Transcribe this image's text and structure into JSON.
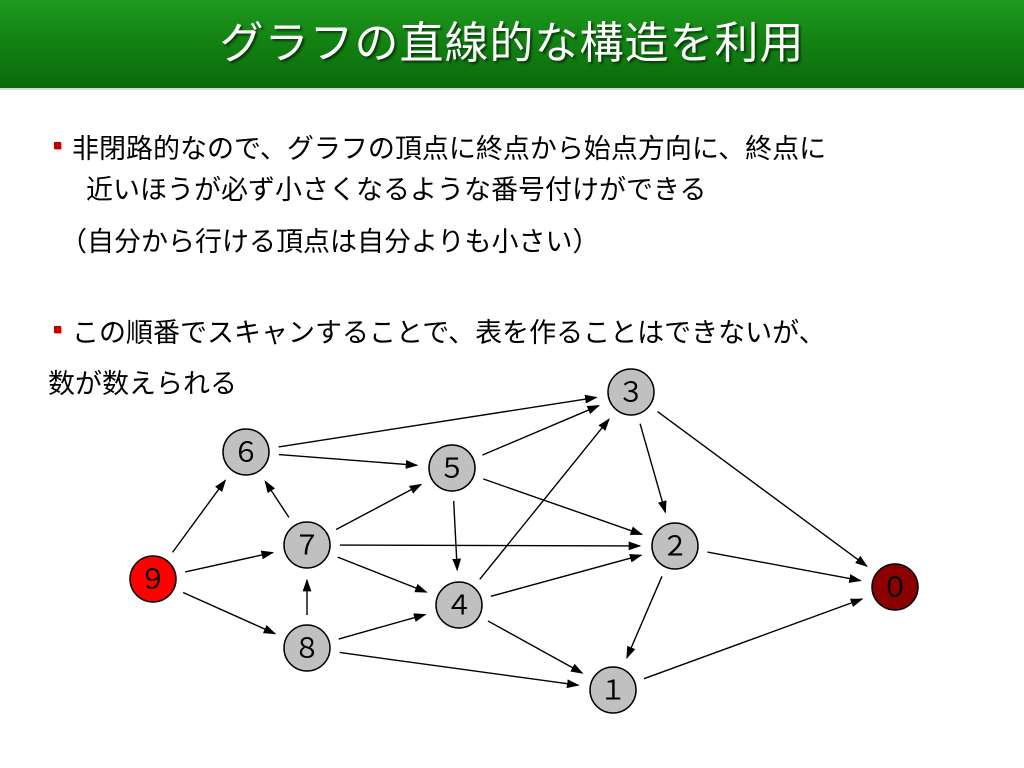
{
  "title": "グラフの直線的な構造を利用",
  "bullets": [
    {
      "line1": "非閉路的なので、グラフの頂点に終点から始点方向に、終点に",
      "line2": "近いほうが必ず小さくなるような番号付けができる",
      "line3": "（自分から行ける頂点は自分よりも小さい）"
    },
    {
      "line1": "この順番でスキャンすることで、表を作ることはできないが、",
      "line2": "数が数えられる"
    }
  ],
  "colors": {
    "title_bar": "#138313",
    "bullet_marker": "#c00000",
    "node_default": "#c0c0c0",
    "node_source": "#ff0000",
    "node_sink": "#8b0000"
  },
  "graph": {
    "nodes": [
      {
        "id": "n0",
        "label": "０",
        "role": "sink"
      },
      {
        "id": "n1",
        "label": "１",
        "role": "default"
      },
      {
        "id": "n2",
        "label": "２",
        "role": "default"
      },
      {
        "id": "n3",
        "label": "３",
        "role": "default"
      },
      {
        "id": "n4",
        "label": "４",
        "role": "default"
      },
      {
        "id": "n5",
        "label": "５",
        "role": "default"
      },
      {
        "id": "n6",
        "label": "６",
        "role": "default"
      },
      {
        "id": "n7",
        "label": "７",
        "role": "default"
      },
      {
        "id": "n8",
        "label": "８",
        "role": "default"
      },
      {
        "id": "n9",
        "label": "９",
        "role": "source"
      }
    ],
    "edges": [
      [
        "n9",
        "n6"
      ],
      [
        "n9",
        "n7"
      ],
      [
        "n9",
        "n8"
      ],
      [
        "n7",
        "n6"
      ],
      [
        "n8",
        "n7"
      ],
      [
        "n6",
        "n3"
      ],
      [
        "n6",
        "n5"
      ],
      [
        "n7",
        "n5"
      ],
      [
        "n7",
        "n2"
      ],
      [
        "n7",
        "n4"
      ],
      [
        "n5",
        "n3"
      ],
      [
        "n5",
        "n2"
      ],
      [
        "n5",
        "n4"
      ],
      [
        "n8",
        "n4"
      ],
      [
        "n8",
        "n1"
      ],
      [
        "n4",
        "n3"
      ],
      [
        "n4",
        "n2"
      ],
      [
        "n4",
        "n1"
      ],
      [
        "n3",
        "n2"
      ],
      [
        "n3",
        "n0"
      ],
      [
        "n2",
        "n1"
      ],
      [
        "n2",
        "n0"
      ],
      [
        "n1",
        "n0"
      ]
    ]
  }
}
